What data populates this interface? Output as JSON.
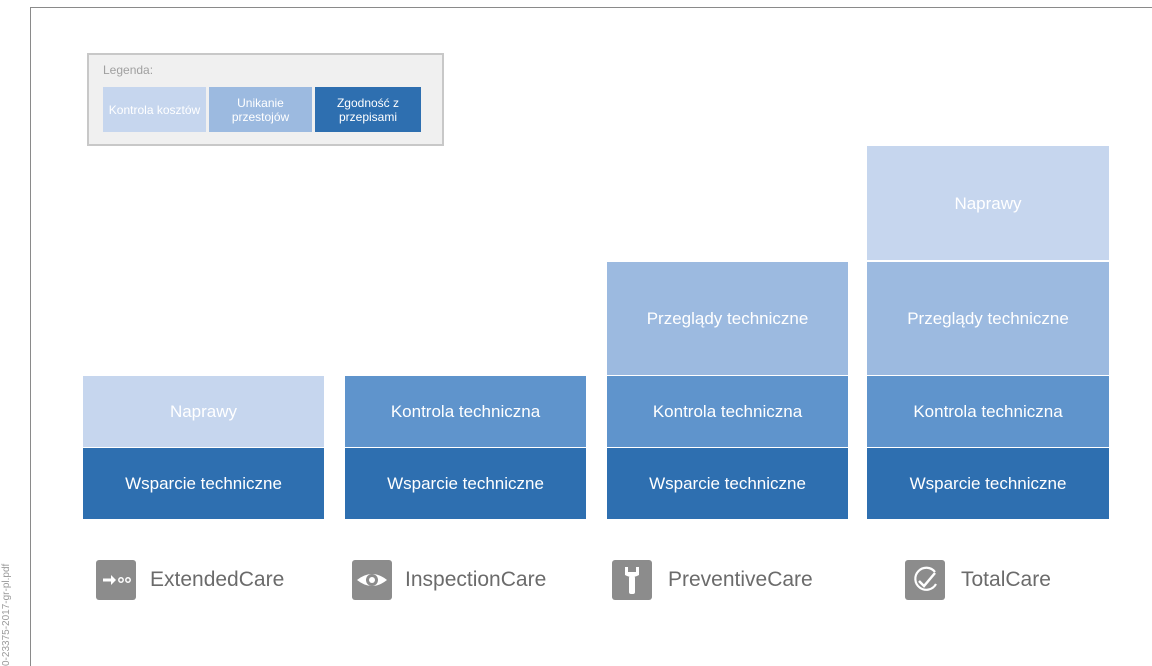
{
  "legend": {
    "title": "Legenda:",
    "items": [
      {
        "label": "Kontrola kosztów",
        "color": "#c6d6ee"
      },
      {
        "label": "Unikanie przestojów",
        "color": "#9cbae0"
      },
      {
        "label": "Zgodność z przepisami",
        "color": "#2e6fb0"
      }
    ]
  },
  "columns": [
    {
      "product": "ExtendedCare",
      "icon": "arrow-right-dots-icon",
      "blocks": [
        "Naprawy",
        "Wsparcie techniczne"
      ]
    },
    {
      "product": "InspectionCare",
      "icon": "eye-icon",
      "blocks": [
        "Kontrola techniczna",
        "Wsparcie techniczne"
      ]
    },
    {
      "product": "PreventiveCare",
      "icon": "wrench-icon",
      "blocks": [
        "Przeglądy techniczne",
        "Kontrola techniczna",
        "Wsparcie techniczne"
      ]
    },
    {
      "product": "TotalCare",
      "icon": "check-circle-icon",
      "blocks": [
        "Naprawy",
        "Przeglądy techniczne",
        "Kontrola techniczna",
        "Wsparcie techniczne"
      ]
    }
  ],
  "side_text": "0-23375-2017-gr-pl.pdf"
}
